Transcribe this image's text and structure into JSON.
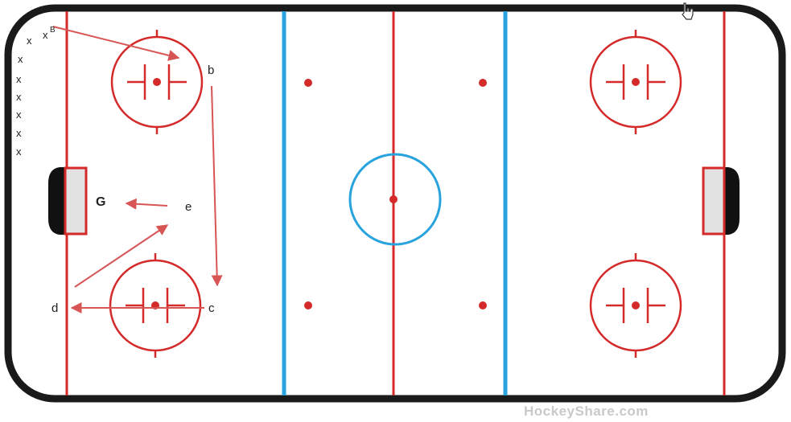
{
  "colors": {
    "board": "#1a1a1a",
    "red": "#d42a2a",
    "blue": "#29a3dd",
    "crease": "#e2e2e2",
    "arrow": "#d85555",
    "watermark": "#c9c9c9"
  },
  "labels": {
    "top_x": "x",
    "top_x_sup": "B",
    "queue_x": "x",
    "b": "b",
    "c": "c",
    "d": "d",
    "e": "e",
    "g": "G"
  },
  "watermark": "HockeyShare.com"
}
